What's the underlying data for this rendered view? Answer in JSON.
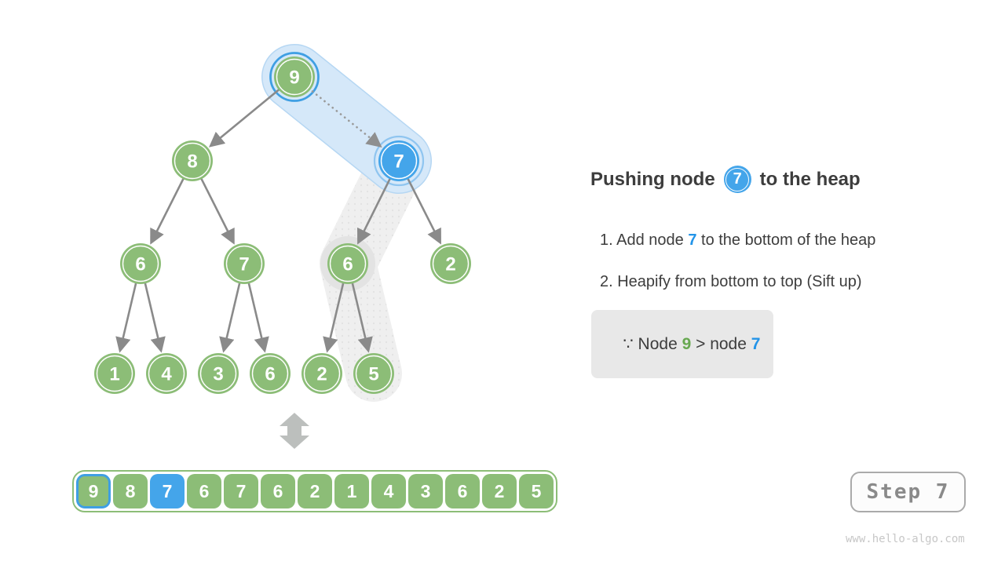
{
  "tree": {
    "nodes": [
      "9",
      "8",
      "7",
      "6",
      "7",
      "6",
      "2",
      "1",
      "4",
      "3",
      "6",
      "2",
      "5"
    ],
    "root_value": "9",
    "pushed_value": "7"
  },
  "array": {
    "values": [
      "9",
      "8",
      "7",
      "6",
      "7",
      "6",
      "2",
      "1",
      "4",
      "3",
      "6",
      "2",
      "5"
    ],
    "ring_highlight_index": 0,
    "fill_highlight_index": 2
  },
  "panel": {
    "title": {
      "pre": "Pushing node",
      "node": "7",
      "post": "to the heap"
    },
    "steps": [
      {
        "label": "1. Add node ",
        "em": "7",
        "rest": " to the bottom of the heap"
      },
      {
        "label": "2. Heapify from bottom to top (Sift up)",
        "em": "",
        "rest": ""
      }
    ],
    "note": {
      "pre": "∵ Node ",
      "green": "9",
      "mid": " > node ",
      "blue": "7"
    }
  },
  "footer": {
    "step": "Step 7",
    "site": "www.hello-algo.com"
  },
  "colors": {
    "node_green": "#8cbd77",
    "node_blue": "#44a5ea",
    "highlight_blue_capsule": "#d5e8f9",
    "highlight_gray_capsule": "#eeeeee",
    "edge_gray": "#8a8a8a",
    "accent_green_text": "#67a850",
    "accent_blue_text": "#2394e8",
    "note_background": "#e8e8e8"
  }
}
